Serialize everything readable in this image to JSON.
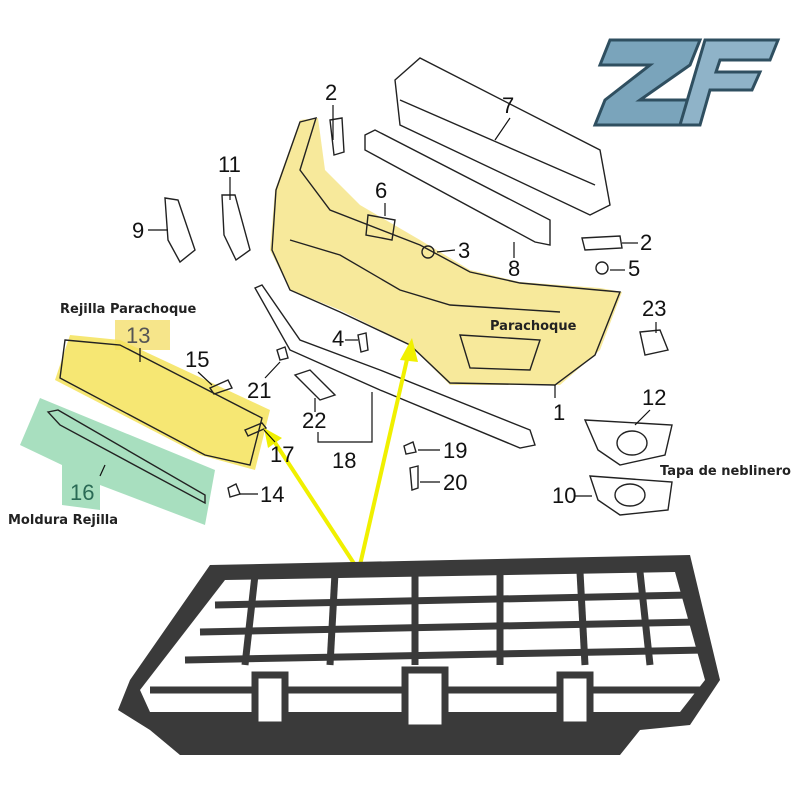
{
  "logo": {
    "text": "ZF"
  },
  "labels": {
    "rejilla": "Rejilla Parachoque",
    "moldura": "Moldura Rejilla",
    "parachoque": "Parachoque",
    "neblinero": "Tapa de neblinero"
  },
  "callouts": [
    "1",
    "2",
    "2",
    "4",
    "5",
    "6",
    "7",
    "8",
    "9",
    "10",
    "11",
    "12",
    "13",
    "14",
    "15",
    "16",
    "17",
    "18",
    "19",
    "20",
    "21",
    "22",
    "23",
    "3"
  ],
  "colors": {
    "highlight_yellow": "#f6e58a",
    "highlight_green": "#9fdcb8",
    "arrow_yellow": "#f0f000",
    "grille": "#3a3a3a"
  }
}
